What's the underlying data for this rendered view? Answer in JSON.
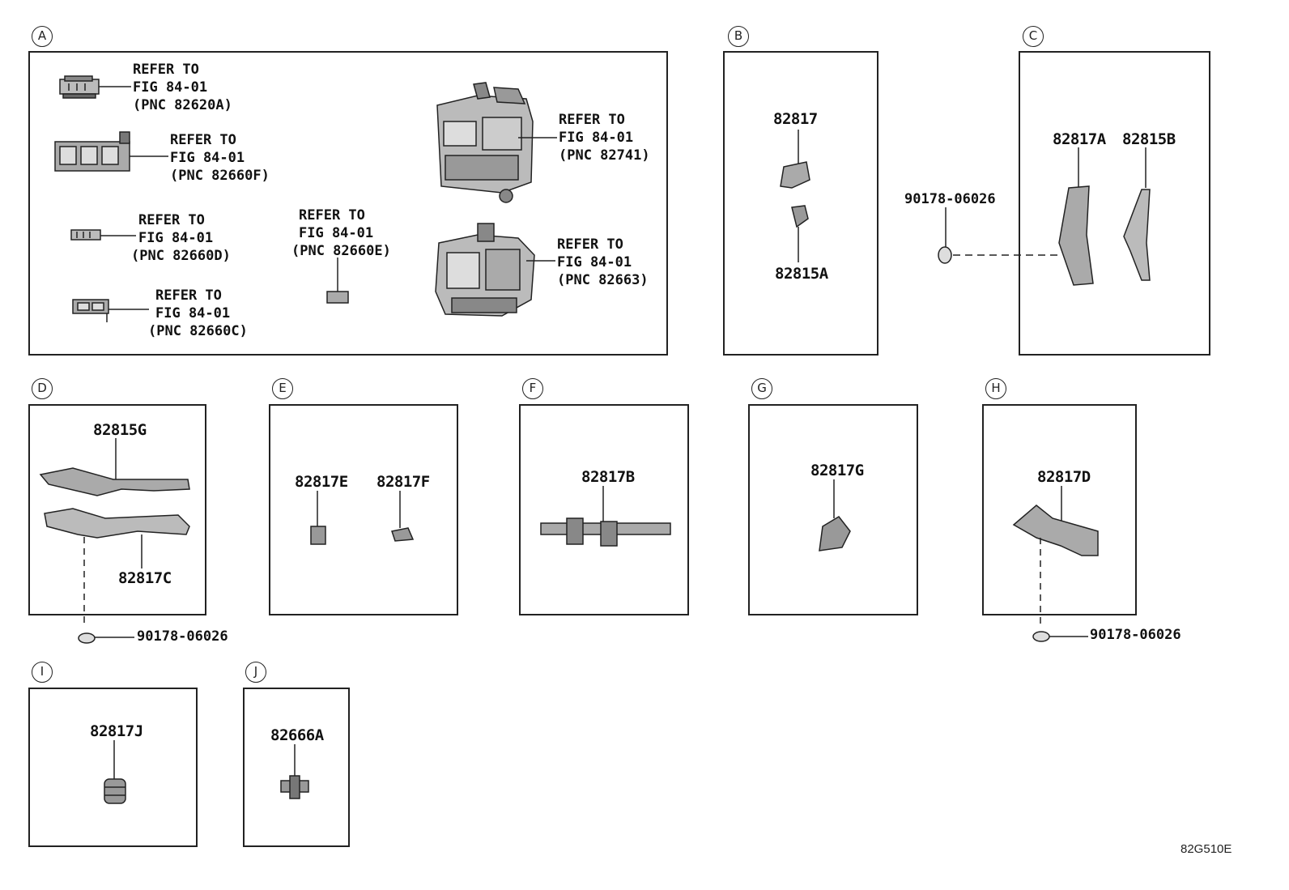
{
  "panels": {
    "A": {
      "letter": "A"
    },
    "B": {
      "letter": "B",
      "parts": [
        "82817",
        "82815A"
      ]
    },
    "C": {
      "letter": "C",
      "parts": [
        "82817A",
        "82815B"
      ]
    },
    "D": {
      "letter": "D",
      "parts": [
        "82815G",
        "82817C"
      ]
    },
    "E": {
      "letter": "E",
      "parts": [
        "82817E",
        "82817F"
      ]
    },
    "F": {
      "letter": "F",
      "parts": [
        "82817B"
      ]
    },
    "G": {
      "letter": "G",
      "parts": [
        "82817G"
      ]
    },
    "H": {
      "letter": "H",
      "parts": [
        "82817D"
      ]
    },
    "I": {
      "letter": "I",
      "parts": [
        "82817J"
      ]
    },
    "J": {
      "letter": "J",
      "parts": [
        "82666A"
      ]
    }
  },
  "references": [
    {
      "line1": "REFER TO",
      "line2": "FIG 84-01",
      "line3": "(PNC 82620A)"
    },
    {
      "line1": "REFER TO",
      "line2": "FIG 84-01",
      "line3": "(PNC 82660F)"
    },
    {
      "line1": "REFER TO",
      "line2": "FIG 84-01",
      "line3": "(PNC 82660D)"
    },
    {
      "line1": "REFER TO",
      "line2": "FIG 84-01",
      "line3": "(PNC 82660C)"
    },
    {
      "line1": "REFER TO",
      "line2": "FIG 84-01",
      "line3": "(PNC 82660E)"
    },
    {
      "line1": "REFER TO",
      "line2": "FIG 84-01",
      "line3": "(PNC 82741)"
    },
    {
      "line1": "REFER TO",
      "line2": "FIG 84-01",
      "line3": "(PNC 82663)"
    }
  ],
  "clips": [
    "90178-06026",
    "90178-06026",
    "90178-06026"
  ],
  "diagram_code": "82G510E"
}
